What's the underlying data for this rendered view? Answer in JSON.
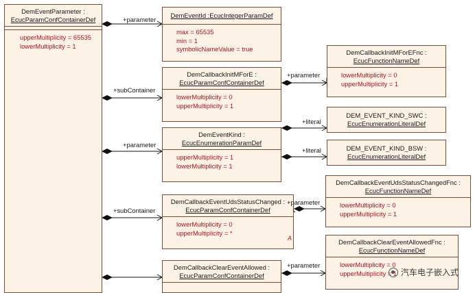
{
  "left_block": {
    "name": "DemEventParameter :",
    "type": "EcucParamConfContainerDef",
    "attrs": [
      "upperMultiplicity = 65535",
      "lowerMultiplicity = 1"
    ]
  },
  "event_id": {
    "name": "DemEventId :EcucIntegerParamDef",
    "attrs": [
      "max = 65535",
      "min = 1",
      "symbolicNameValue = true"
    ]
  },
  "init_mforE": {
    "name": "DemCallbackInitMForE :",
    "type": "EcucParamConfContainerDef",
    "attrs": [
      "lowerMultiplicity = 0",
      "upperMultiplicity = 1"
    ]
  },
  "init_mforE_fnc": {
    "name": "DemCallbackInitMForEFnc :",
    "type": "EcucFunctionNameDef",
    "attrs": [
      "lowerMultiplicity = 0",
      "upperMultiplicity = 1"
    ]
  },
  "event_kind": {
    "name": "DemEventKind :",
    "type": "EcucEnumerationParamDef",
    "attrs": [
      "upperMultiplicity = 1",
      "lowerMultiplicity = 1"
    ]
  },
  "kind_swc": {
    "name": "DEM_EVENT_KIND_SWC :",
    "type": "EcucEnumerationLiteralDef"
  },
  "kind_bsw": {
    "name": "DEM_EVENT_KIND_BSW :",
    "type": "EcucEnumerationLiteralDef"
  },
  "uds_status": {
    "name": "DemCallbackEventUdsStatusChanged :",
    "type": "EcucParamConfContainerDef",
    "attrs": [
      "lowerMultiplicity = 0",
      "upperMultiplicity = *"
    ],
    "marker": "A"
  },
  "uds_status_fnc": {
    "name": "DemCallbackEventUdsStatusChangedFnc :",
    "type": "EcucFunctionNameDef",
    "attrs": [
      "lowerMultiplicity = 0",
      "upperMultiplicity = 1"
    ]
  },
  "clear_allowed": {
    "name": "DemCallbackClearEventAllowed :",
    "type": "EcucParamConfContainerDef"
  },
  "clear_allowed_fnc": {
    "name": "DemCallbackClearEventAllowedFnc :",
    "type": "EcucFunctionNameDef",
    "attrs": [
      "lowerMultiplicity = 0",
      "upperMultiplicity = 1"
    ]
  },
  "labels": {
    "parameter": "+parameter",
    "subcontainer": "+subContainer",
    "literal": "+literal"
  },
  "watermark": "汽车电子嵌入式",
  "colors": {
    "box_fill": "#fdf2e6",
    "box_border": "#7a4a32",
    "attr_text": "#b8101e"
  }
}
